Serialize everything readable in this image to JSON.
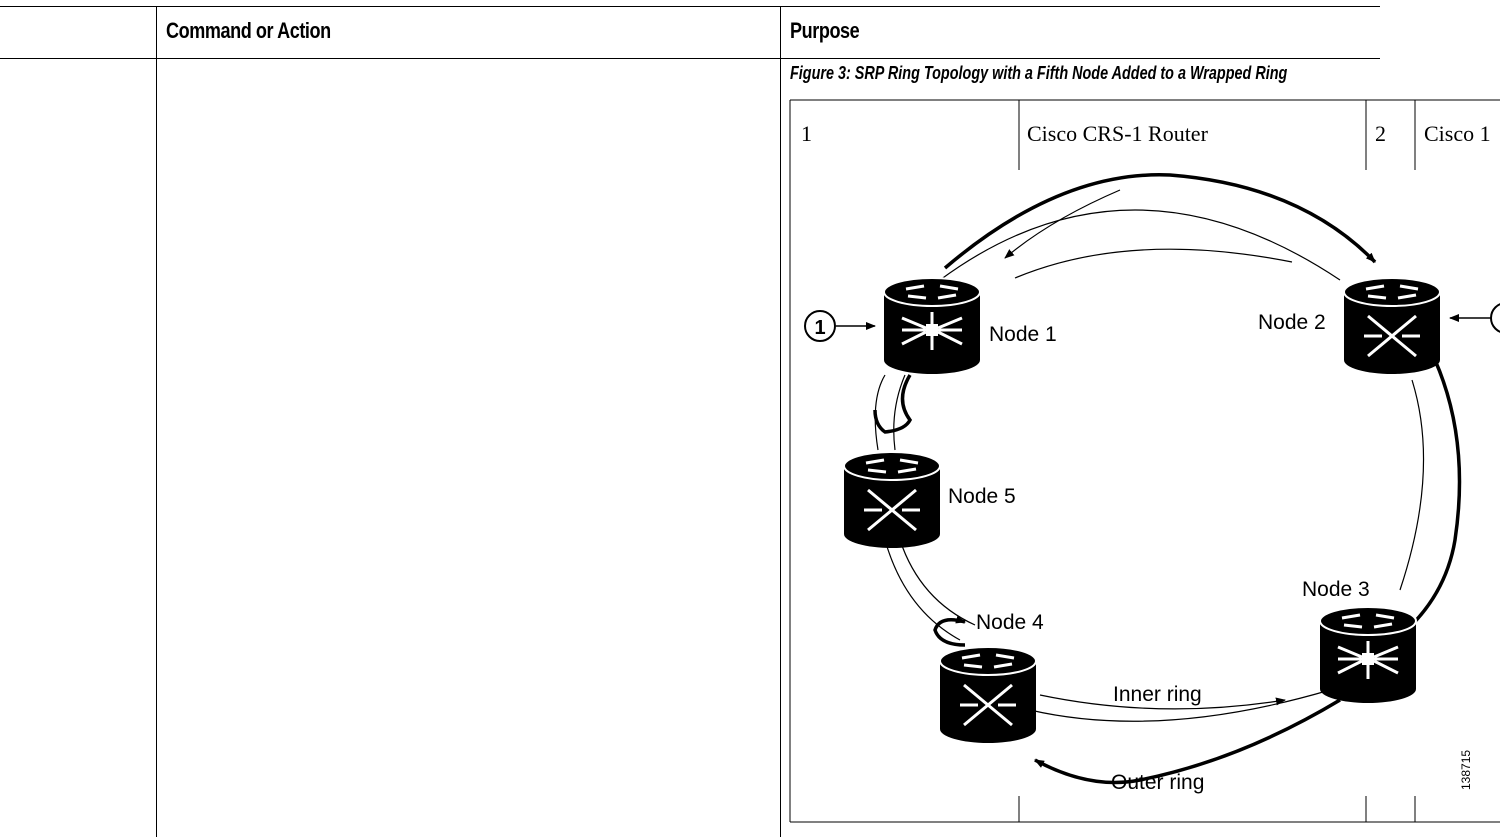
{
  "table": {
    "headers": {
      "command": "Command or Action",
      "purpose": "Purpose"
    }
  },
  "figure": {
    "caption": "Figure 3: SRP Ring Topology with a Fifth Node Added to a Wrapped Ring",
    "legend_cells": [
      "1",
      "Cisco CRS-1 Router",
      "2",
      "Cisco 1"
    ],
    "nodes": [
      "Node 1",
      "Node 2",
      "Node 3",
      "Node 4",
      "Node 5"
    ],
    "callout_1": "1",
    "inner_ring_label": "Inner ring",
    "outer_ring_label": "Outer ring",
    "figure_id": "138715"
  }
}
